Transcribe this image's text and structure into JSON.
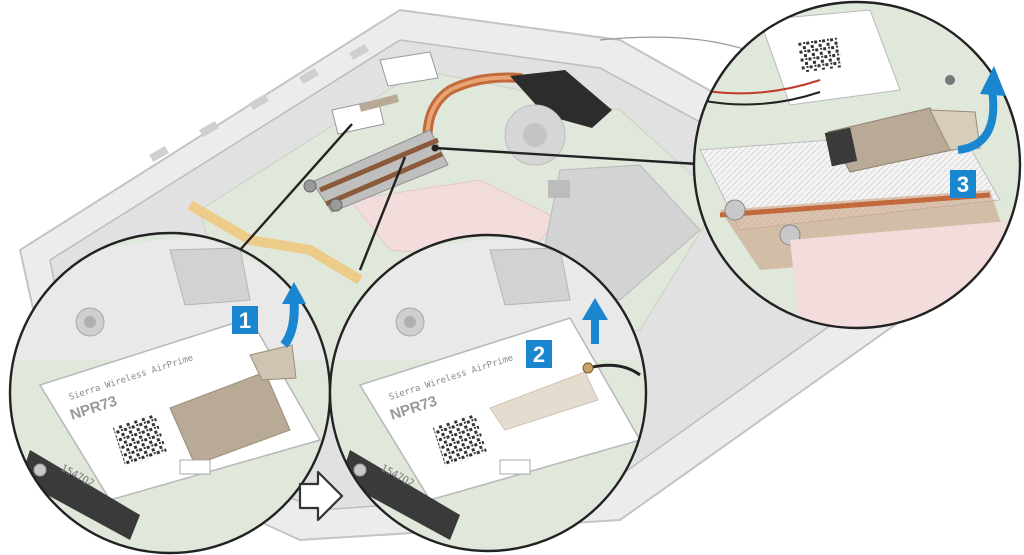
{
  "steps": [
    {
      "number": "1",
      "action": "peel tape up"
    },
    {
      "number": "2",
      "action": "lift antenna cable"
    },
    {
      "number": "3",
      "action": "peel tape off cable"
    }
  ],
  "card": {
    "brand": "Sierra Wireless AirPrime",
    "model": "NPR73",
    "code": "1547Q2"
  },
  "colors": {
    "step_badge": "#1a86d0",
    "arrow": "#1a86d0",
    "pcb": "#b8cfae",
    "heatpipe": "#c26a3b",
    "tape": "#b8aa96",
    "callout_ring": "#222222"
  },
  "icons": [
    "up-arrow-icon",
    "curved-arrow-icon",
    "next-arrow-icon"
  ]
}
